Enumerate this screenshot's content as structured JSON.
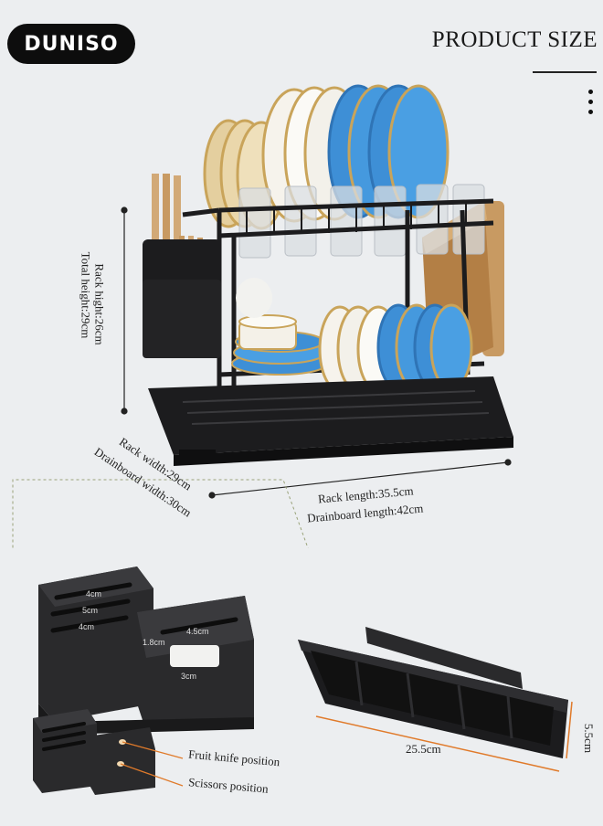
{
  "brand": {
    "logo_text": "DUNISO"
  },
  "header": {
    "title": "PRODUCT SIZE"
  },
  "dimensions": {
    "rack_height": "Rack hight:26cm",
    "total_height": "Total height:29cm",
    "rack_width": "Rack width:29cm",
    "drainboard_width": "Drainboard width:30cm",
    "rack_length": "Rack length:35.5cm",
    "drainboard_length": "Drainboard length:42cm"
  },
  "holder": {
    "slot_1": "4cm",
    "slot_2": "5cm",
    "slot_3": "4cm",
    "slot_4": "1.8cm",
    "slot_5": "4.5cm",
    "slot_6": "3cm",
    "fruit_knife": "Fruit knife position",
    "scissors": "Scissors position"
  },
  "tray": {
    "length": "25.5cm",
    "height": "5.5cm"
  },
  "colors": {
    "background": "#eceef0",
    "rack": "#1c1c1e",
    "plate_blue": "#3e8fd6",
    "plate_gold": "#c9a45a",
    "accent_orange": "#e07a2a",
    "wood": "#c89a62"
  }
}
